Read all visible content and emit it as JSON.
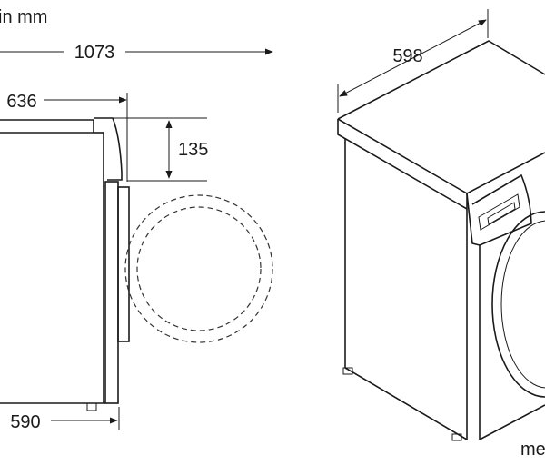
{
  "unit_note": "in mm",
  "dimensions": {
    "total_depth_door_open": "1073",
    "depth_overall": "636",
    "door_offset_height": "135",
    "depth_body": "590",
    "width": "598"
  },
  "cut_label": "me"
}
